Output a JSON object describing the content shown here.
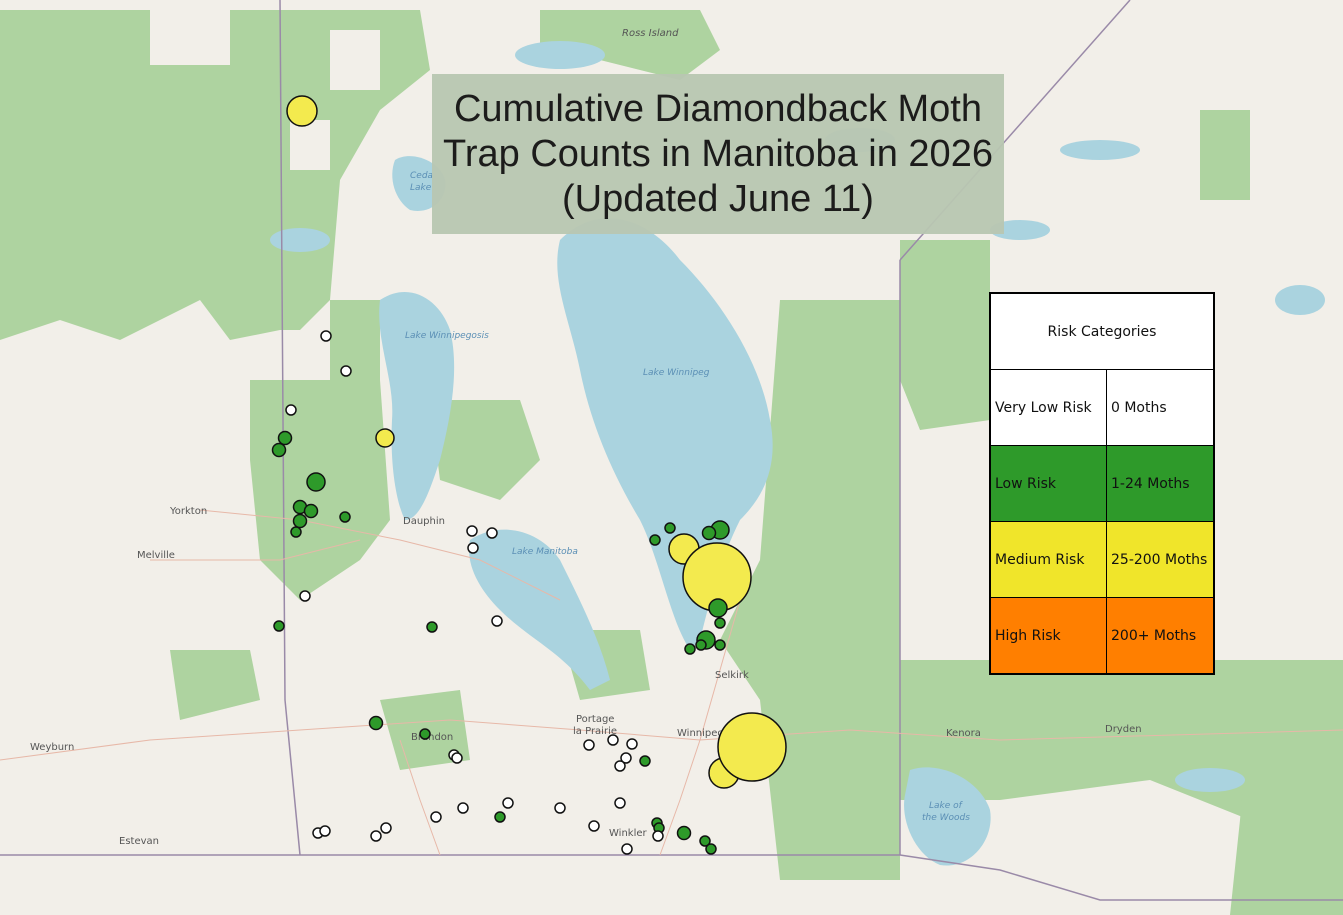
{
  "title": {
    "line1": "Cumulative Diamondback Moth",
    "line2": "Trap Counts in Manitoba in 2026",
    "line3": "(Updated June 11)"
  },
  "legend": {
    "heading": "Risk Categories",
    "rows": [
      {
        "category": "Very Low Risk",
        "range": "0 Moths",
        "color": "#ffffff"
      },
      {
        "category": "Low Risk",
        "range": "1-24 Moths",
        "color": "#2e9a2a"
      },
      {
        "category": "Medium Risk",
        "range": "25-200 Moths",
        "color": "#f0e52a"
      },
      {
        "category": "High Risk",
        "range": "200+ Moths",
        "color": "#ff7f00"
      }
    ]
  },
  "places": {
    "ross_island": "Ross Island",
    "cedar_lake_1": "Ceda",
    "cedar_lake_2": "Lake",
    "lake_winnipegosis": "Lake Winnipegosis",
    "lake_winnipeg": "Lake Winnipeg",
    "lake_manitoba": "Lake Manitoba",
    "yorkton": "Yorkton",
    "melville": "Melville",
    "dauphin": "Dauphin",
    "selkirk": "Selkirk",
    "portage_1": "Portage",
    "portage_2": "la Prairie",
    "brandon": "Brandon",
    "winnipeg": "Winnipeg",
    "weyburn": "Weyburn",
    "estevan": "Estevan",
    "winkler": "Winkler",
    "kenora": "Kenora",
    "dryden": "Dryden",
    "lake_of_woods_1": "Lake of",
    "lake_of_woods_2": "the Woods"
  },
  "traps": [
    {
      "lon_lat": "n1",
      "risk": "Medium Risk",
      "size": "md",
      "cx": 0,
      "cy": 0
    }
  ]
}
